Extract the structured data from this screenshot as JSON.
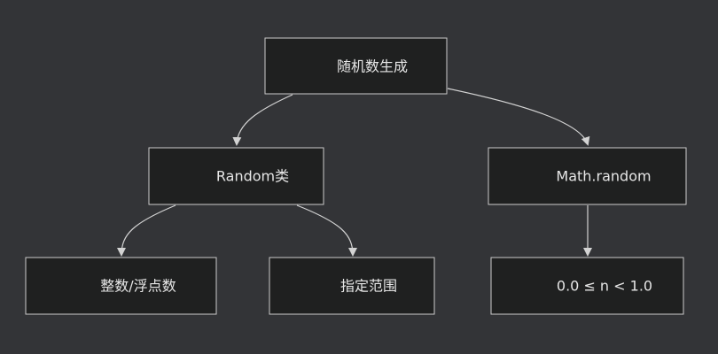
{
  "diagram": {
    "nodes": {
      "root": "随机数生成",
      "random_class": "Random类",
      "math_random": "Math.random",
      "int_float": "整数/浮点数",
      "range": "指定范围",
      "interval": "0.0 ≤ n < 1.0"
    }
  }
}
